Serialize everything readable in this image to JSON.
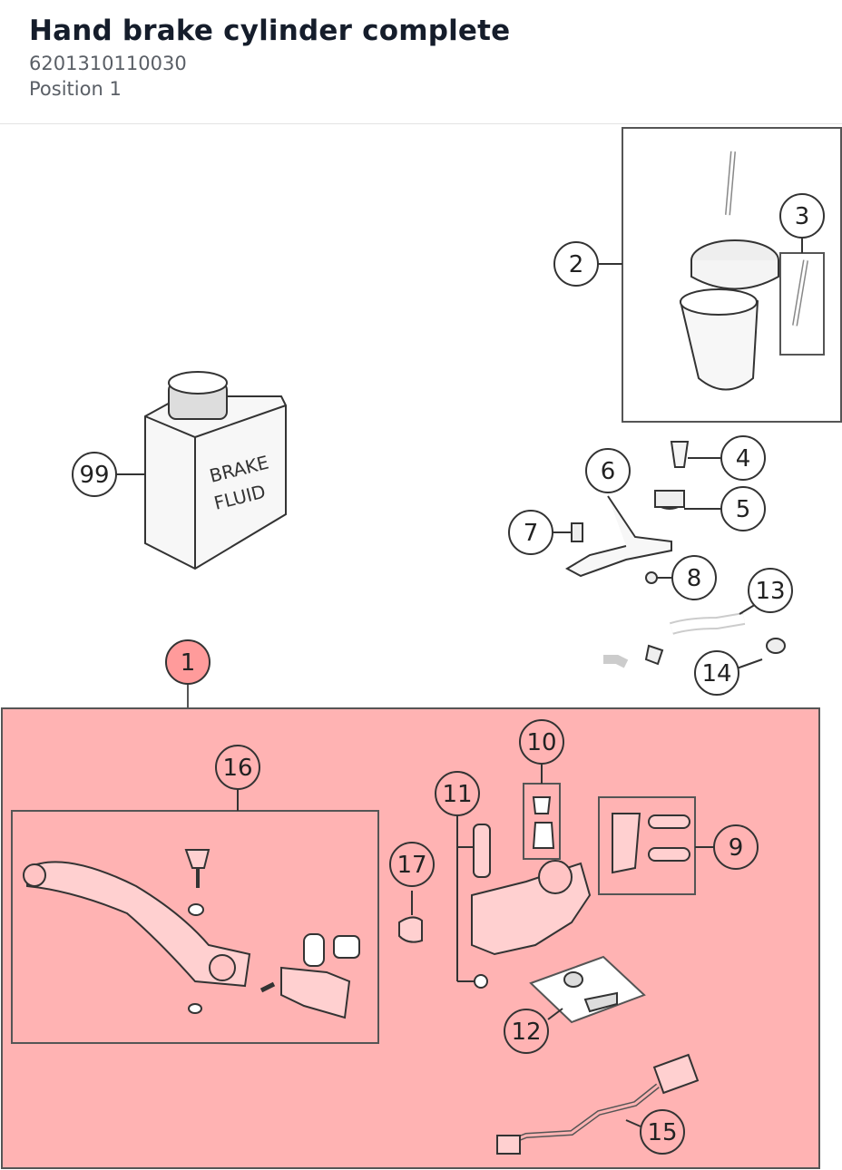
{
  "header": {
    "title": "Hand brake cylinder complete",
    "part_number": "6201310110030",
    "position": "Position 1"
  },
  "diagram": {
    "bottle_label_line1": "BRAKE",
    "bottle_label_line2": "FLUID",
    "highlight_color": "#ffb3b3",
    "callouts": {
      "c1": "1",
      "c2": "2",
      "c3": "3",
      "c4": "4",
      "c5": "5",
      "c6": "6",
      "c7": "7",
      "c8": "8",
      "c9": "9",
      "c10": "10",
      "c11": "11",
      "c12": "12",
      "c13": "13",
      "c14": "14",
      "c15": "15",
      "c16": "16",
      "c17": "17",
      "c99": "99"
    }
  }
}
